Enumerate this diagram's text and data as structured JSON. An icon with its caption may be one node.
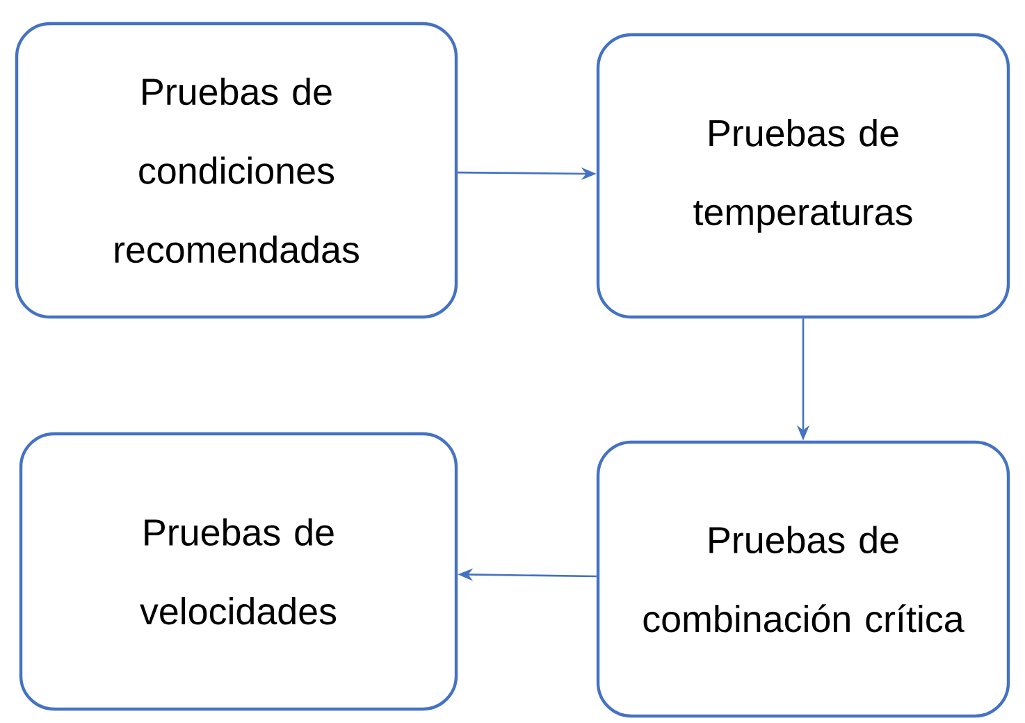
{
  "diagram": {
    "nodes": [
      {
        "text": [
          "Pruebas de condiciones recomendadas"
        ]
      },
      {
        "text": [
          "Pruebas de temperaturas"
        ]
      },
      {
        "text": [
          "Pruebas de combinación crítica"
        ]
      },
      {
        "text": [
          "Pruebas de velocidades"
        ]
      }
    ],
    "edges": [
      {
        "from": 0,
        "to": 1,
        "arrow": "to"
      },
      {
        "from": 1,
        "to": 2,
        "arrow": "to"
      },
      {
        "from": 2,
        "to": 3,
        "arrow": "to"
      }
    ]
  }
}
